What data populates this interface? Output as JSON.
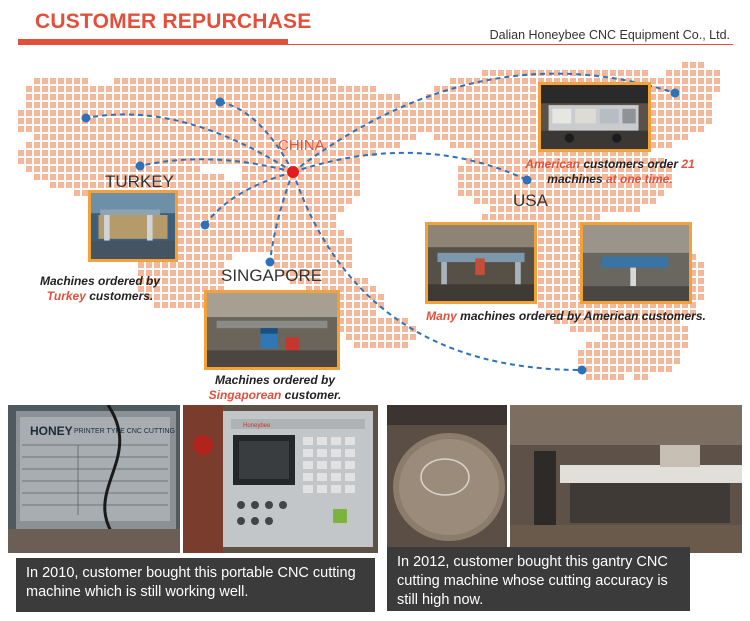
{
  "header": {
    "title": "CUSTOMER REPURCHASE",
    "company": "Dalian Honeybee CNC Equipment Co., Ltd."
  },
  "map": {
    "labels": {
      "china": "CHINA",
      "turkey": "TURKEY",
      "singapore": "SINGAPORE",
      "usa": "USA"
    },
    "colors": {
      "dot_grid": "#f4b79a",
      "route_line": "#2d72b8",
      "hub": "#e21d1d",
      "accent": "#e2503c",
      "frame": "#f1a23a"
    }
  },
  "captions": {
    "american": {
      "hl1": "American",
      "text1": " customers order ",
      "hl2": "21",
      "text2": "machines ",
      "hl3": " at one time."
    },
    "turkey": {
      "line1": "Machines ordered by",
      "hl": "Turkey",
      "line2_rest": " customers."
    },
    "many": {
      "hl": "Many",
      "rest": " machines ordered by American customers."
    },
    "singapore": {
      "line1": "Machines ordered by",
      "hl": "Singaporean",
      "line2_rest": " customer."
    }
  },
  "bottom": {
    "left_caption": "In 2010, customer bought this portable CNC cutting machine which is still working well.",
    "right_caption": "In 2012, customer bought this gantry CNC cutting machine whose cutting accuracy is still high now.",
    "plate": {
      "brand": "HONEY",
      "text": "PRINTER TYPE CNC CUTTING"
    },
    "controller_brand": "Honeybee"
  }
}
